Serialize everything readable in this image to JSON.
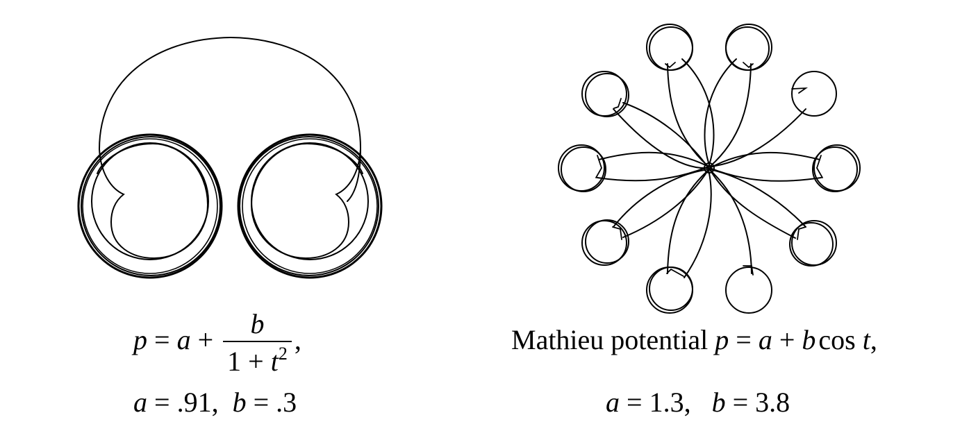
{
  "figures": [
    {
      "id": "left",
      "description": "Parametric curve for rational potential: upper arc joining two nested-circle loops with cusps",
      "caption": {
        "line1": {
          "lhs": "p",
          "eq": "=",
          "a": "a",
          "plus": "+",
          "num": "b",
          "den_one": "1",
          "den_plus": "+",
          "den_t": "t",
          "den_exp": "2",
          "trail": ","
        },
        "line2": {
          "a_label": "a",
          "a_eq": "=",
          "a_val": ".91,",
          "b_label": "b",
          "b_eq": "=",
          "b_val": ".3"
        }
      }
    },
    {
      "id": "right",
      "description": "Mathieu potential trajectory: ten small loops around a star-like pattern through a central small circle",
      "caption": {
        "line1": {
          "text": "Mathieu potential",
          "lhs": "p",
          "eq": "=",
          "a": "a",
          "plus": "+",
          "b": "b",
          "cos": "cos",
          "t": "t",
          "trail": ","
        },
        "line2": {
          "a_label": "a",
          "a_eq": "=",
          "a_val": "1.3,",
          "b_label": "b",
          "b_eq": "=",
          "b_val": "3.8"
        }
      }
    }
  ],
  "style": {
    "stroke": "#000000",
    "background": "#ffffff"
  }
}
